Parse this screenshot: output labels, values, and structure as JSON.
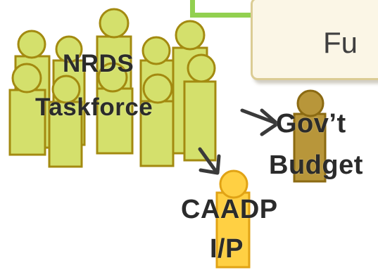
{
  "callout": {
    "text": "Fu"
  },
  "nodes": {
    "nrds_taskforce": {
      "line1": "NRDS",
      "line2": "Taskforce"
    },
    "govt_budget": {
      "line1": "Gov’t",
      "line2": "Budget"
    },
    "caadp_ip": {
      "line1": "CAADP",
      "line2": "I/P"
    }
  },
  "colors": {
    "taskforce_fill": "#d4e06c",
    "taskforce_stroke": "#a38a10",
    "govt_fill": "#b8963a",
    "govt_stroke": "#8b6a12",
    "caadp_fill": "#ffd043",
    "caadp_stroke": "#e1a315",
    "callout_fill": "#fbf6e6",
    "callout_border": "#dbcc94",
    "accent_green": "#92d050",
    "arrow": "#3a3a3a"
  }
}
